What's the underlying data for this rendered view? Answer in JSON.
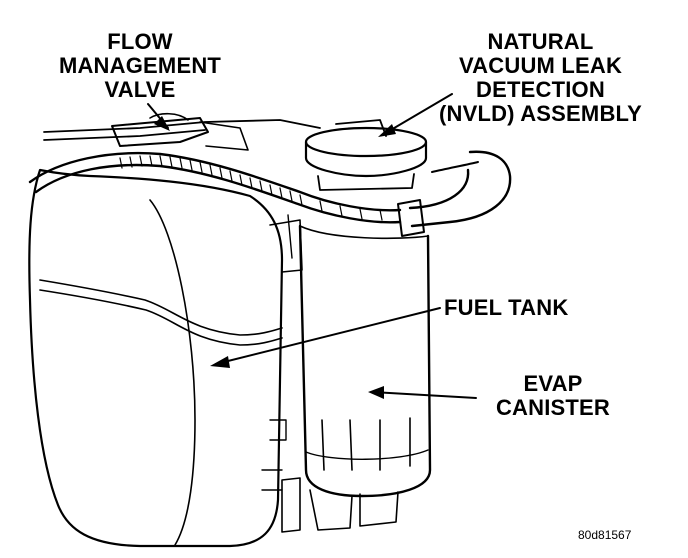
{
  "labels": {
    "flow_management_valve": [
      "FLOW",
      "MANAGEMENT",
      "VALVE"
    ],
    "nvld_assembly": [
      "NATURAL",
      "VACUUM LEAK",
      "DETECTION",
      "(NVLD) ASSEMBLY"
    ],
    "fuel_tank": [
      "FUEL TANK"
    ],
    "evap_canister": [
      "EVAP",
      "CANISTER"
    ]
  },
  "figure_code": "80d81567",
  "colors": {
    "ink": "#000000",
    "paper": "#ffffff"
  }
}
